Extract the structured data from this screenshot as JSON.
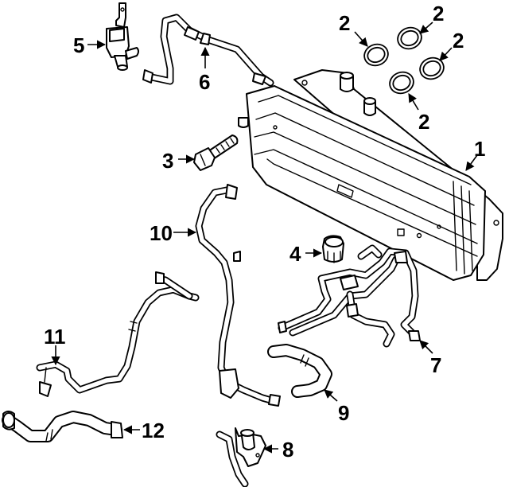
{
  "callouts": {
    "c1": "1",
    "c2a": "2",
    "c2b": "2",
    "c2c": "2",
    "c2d": "2",
    "c3": "3",
    "c4": "4",
    "c5": "5",
    "c6": "6",
    "c7": "7",
    "c8": "8",
    "c9": "9",
    "c10": "10",
    "c11": "11",
    "c12": "12"
  }
}
